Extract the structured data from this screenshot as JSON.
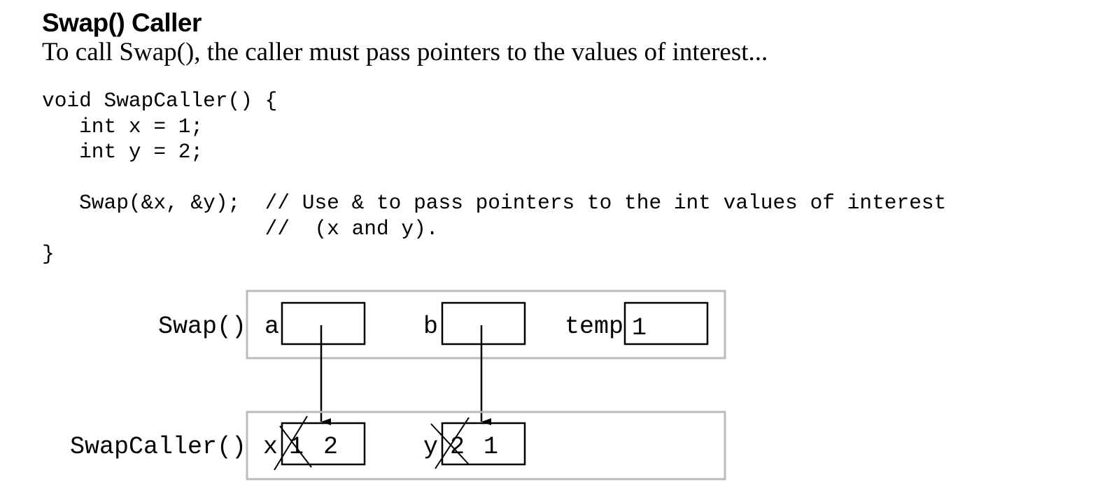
{
  "heading": "Swap() Caller",
  "intro": "To call Swap(), the caller must pass pointers to the values of interest...",
  "code_lines": [
    "void SwapCaller() {",
    "   int x = 1;",
    "   int y = 2;",
    "",
    "   Swap(&x, &y);  // Use & to pass pointers to the int values of interest",
    "                  //  (x and y).",
    "}"
  ],
  "diagram": {
    "swap_frame": {
      "label": "Swap()",
      "vars": [
        {
          "name": "a",
          "value": ""
        },
        {
          "name": "b",
          "value": ""
        },
        {
          "name": "temp",
          "value": "1"
        }
      ]
    },
    "caller_frame": {
      "label": "SwapCaller()",
      "vars": [
        {
          "name": "x",
          "old_value": "1",
          "value": "2"
        },
        {
          "name": "y",
          "old_value": "2",
          "value": "1"
        }
      ]
    }
  }
}
